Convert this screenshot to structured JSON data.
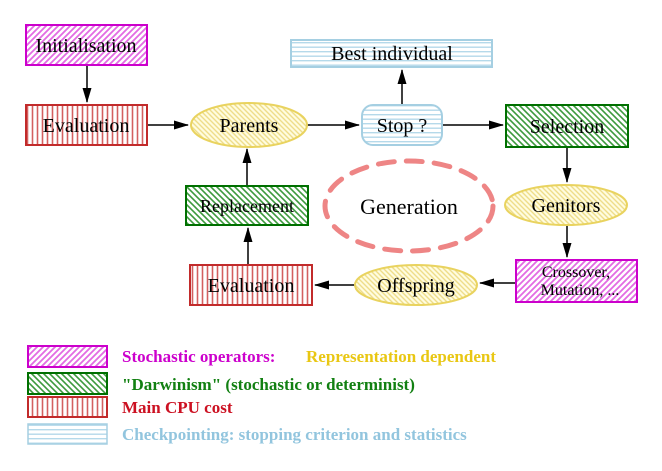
{
  "diagram": {
    "title_semantic": "evolutionary-algorithm-flow-diagram",
    "nodes": {
      "initialisation": {
        "label": "Initialisation"
      },
      "evaluation_top": {
        "label": "Evaluation"
      },
      "parents": {
        "label": "Parents"
      },
      "best_individual": {
        "label": "Best individual"
      },
      "stop": {
        "label": "Stop ?"
      },
      "selection": {
        "label": "Selection"
      },
      "replacement": {
        "label": "Replacement"
      },
      "generation": {
        "label": "Generation"
      },
      "genitors": {
        "label": "Genitors"
      },
      "evaluation_bottom": {
        "label": "Evaluation"
      },
      "offspring": {
        "label": "Offspring"
      },
      "crossover": {
        "label_line1": "Crossover,",
        "label_line2": "Mutation, ..."
      }
    },
    "colors": {
      "magenta_border": "#cc00cc",
      "magenta_hatch": "#e36be3",
      "green_border": "#007000",
      "green_hatch": "#3d9a3d",
      "red_border": "#c22b2b",
      "red_stripe": "#d35f5f",
      "cyan_border": "#a5cfe2",
      "cyan_stripe": "#b5d9ea",
      "yellow_border": "#e9d35f",
      "yellow_hatch": "#eedd8a",
      "yellow_fill": "#fffcdf",
      "salmon": "#ee8585",
      "black": "#000000"
    }
  },
  "legend": {
    "items": [
      {
        "swatch": "magenta-hatch-swatch",
        "label": "Stochastic operators:",
        "label2": "Representation dependent",
        "label_color": "#cc00cc",
        "label2_color": "#e9c713"
      },
      {
        "swatch": "green-hatch-swatch",
        "label": "\"Darwinism\" (stochastic or determinist)",
        "label_color": "#128012"
      },
      {
        "swatch": "red-stripes-swatch",
        "label": "Main CPU cost",
        "label_color": "#cc1122"
      },
      {
        "swatch": "cyan-stripes-swatch",
        "label": "Checkpointing: stopping criterion and statistics",
        "label_color": "#92c5de"
      }
    ]
  }
}
